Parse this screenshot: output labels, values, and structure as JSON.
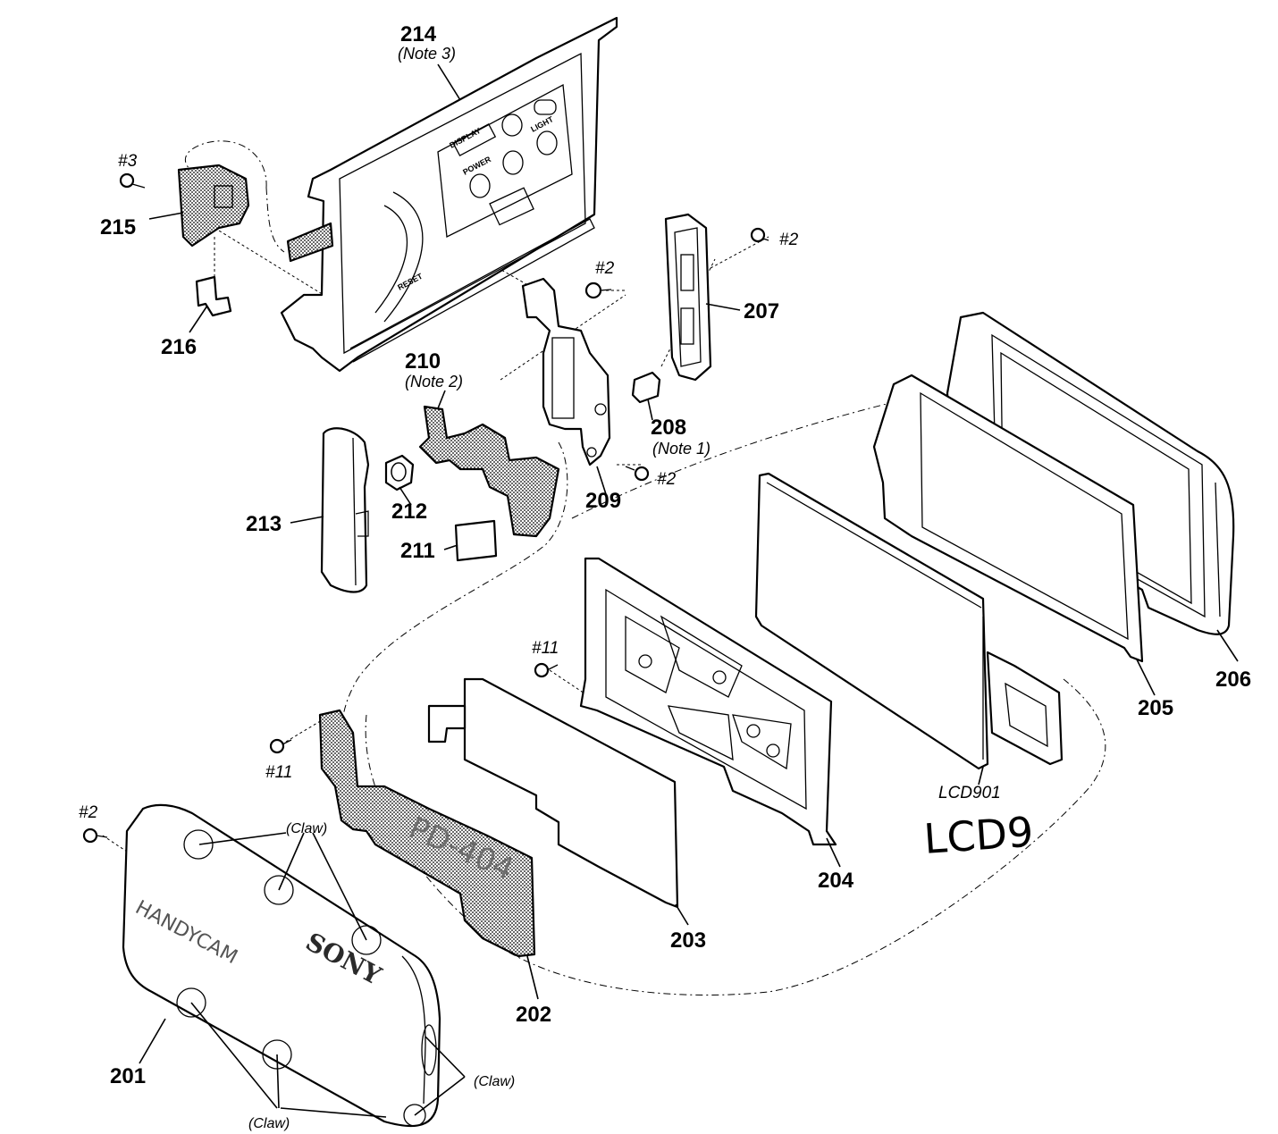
{
  "parts": {
    "p201": "201",
    "p202": "202",
    "p203": "203",
    "p204": "204",
    "p205": "205",
    "p206": "206",
    "p207": "207",
    "p208": "208",
    "p209": "209",
    "p210": "210",
    "p211": "211",
    "p212": "212",
    "p213": "213",
    "p214": "214",
    "p215": "215",
    "p216": "216"
  },
  "notes": {
    "note1": "(Note 1)",
    "note2": "(Note 2)",
    "note3": "(Note 3)"
  },
  "screws": {
    "s2a": "#2",
    "s2b": "#2",
    "s2c": "#2",
    "s2d": "#2",
    "s3": "#3",
    "s11a": "#11",
    "s11b": "#11"
  },
  "claws": {
    "c1": "(Claw)",
    "c2": "(Claw)",
    "c3": "(Claw)"
  },
  "component_labels": {
    "lcd901": "LCD901",
    "handwritten": "LCD9",
    "board": "PD-404",
    "cover_logo": "SONY",
    "cover_brand": "HANDYCAM",
    "reset": "RESET",
    "power": "POWER",
    "light": "LIGHT",
    "display": "DISPLAY"
  }
}
